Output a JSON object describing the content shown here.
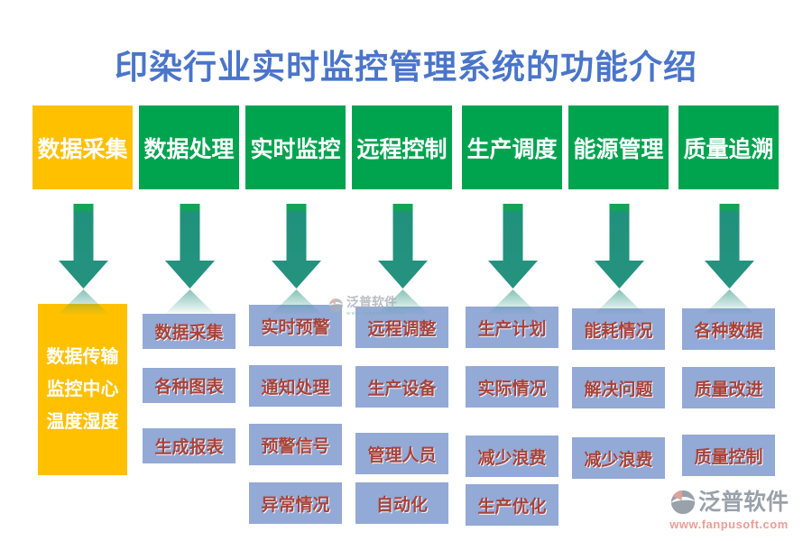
{
  "title": "印染行业实时监控管理系统的功能介绍",
  "columns": [
    {
      "header": "数据采集",
      "items": [
        "数据传输",
        "监控中心",
        "温度湿度"
      ]
    },
    {
      "header": "数据处理",
      "items": [
        "数据采集",
        "各种图表",
        "生成报表"
      ]
    },
    {
      "header": "实时监控",
      "items": [
        "实时预警",
        "通知处理",
        "预警信号",
        "异常情况"
      ]
    },
    {
      "header": "远程控制",
      "items": [
        "远程调整",
        "生产设备",
        "管理人员",
        "自动化"
      ]
    },
    {
      "header": "生产调度",
      "items": [
        "生产计划",
        "实际情况",
        "减少浪费",
        "生产优化"
      ]
    },
    {
      "header": "能源管理",
      "items": [
        "能耗情况",
        "解决问题",
        "减少浪费"
      ]
    },
    {
      "header": "质量追溯",
      "items": [
        "各种数据",
        "质量改进",
        "质量控制"
      ]
    }
  ],
  "watermark_center": {
    "brand": "泛普软件",
    "sub": "www.fanpusoft.com"
  },
  "watermark_bottom": {
    "brand": "泛普软件",
    "url": "www.fanpusoft.com"
  },
  "colors": {
    "title": "#4a75ca",
    "header_green": "#00a44f",
    "header_orange": "#ffc000",
    "item_bg": "#93a9d6",
    "item_text": "#a8433a",
    "arrow_teal": "#25937f",
    "arrow_cap_green": "#12a457"
  }
}
